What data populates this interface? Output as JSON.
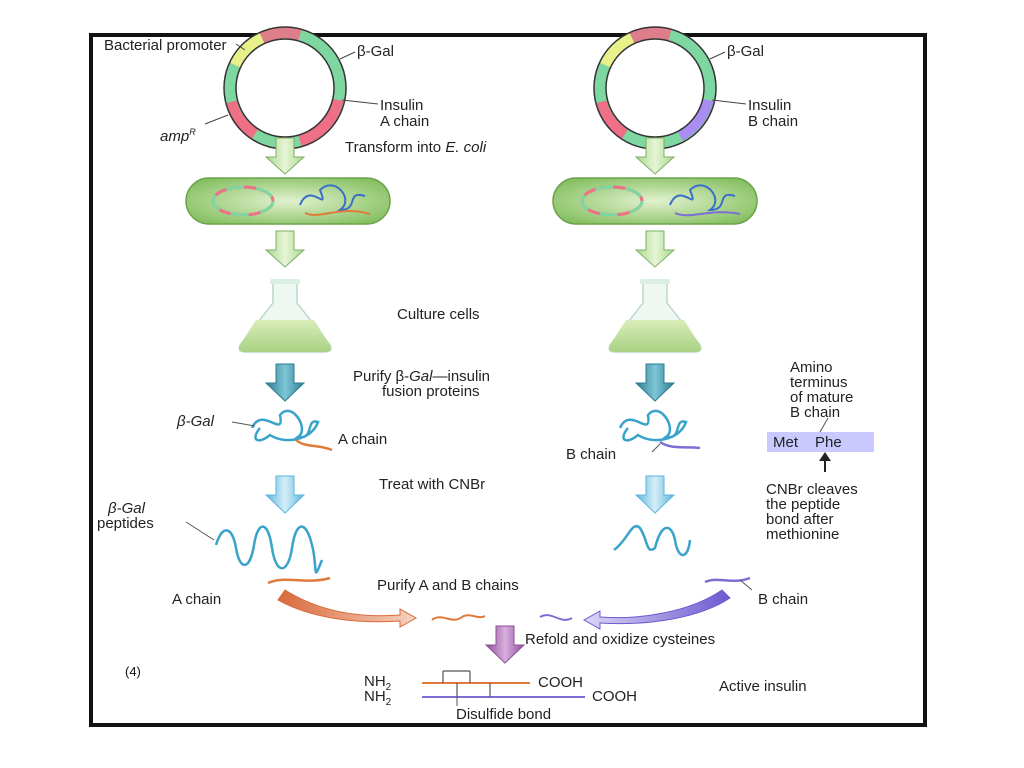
{
  "figure_number": "(4)",
  "labels": {
    "bacterial_promoter": "Bacterial promoter",
    "beta_gal": "β-Gal",
    "insulin_a": "Insulin\nA chain",
    "insulin_b": "Insulin\nB chain",
    "amp_r": "amp",
    "amp_r_sup": "R",
    "transform": "Transform into",
    "e_coli": "E. coli",
    "culture": "Culture cells",
    "purify_line1_pre": "Purify β-",
    "purify_line1_gal": "Gal",
    "purify_line1_post": "—insulin",
    "purify_line2": "fusion proteins",
    "a_chain": "A chain",
    "b_chain": "B chain",
    "treat": "Treat with CNBr",
    "amino_terminus": "Amino\nterminus\nof mature\nB chain",
    "met": "Met",
    "phe": "Phe",
    "cnbr_cleaves": "CNBr cleaves\nthe peptide\nbond after\nmethionine",
    "beta_gal_peptides_1": "β-Gal",
    "beta_gal_peptides_2": "peptides",
    "purify_ab": "Purify A and B chains",
    "refold": "Refold and oxidize cysteines",
    "nh2": "NH",
    "nh2_sub": "2",
    "cooh": "COOH",
    "disulfide": "Disulfide bond",
    "active_insulin": "Active insulin"
  },
  "colors": {
    "plasmid_green": "#7ed6a0",
    "plasmid_pink": "#ef6f86",
    "plasmid_yellow": "#e8f08a",
    "plasmid_purple": "#a98df0",
    "cell_green": "#a8d588",
    "arrow_green": "#c9e7b0",
    "arrow_teal": "#3b9ab0",
    "arrow_blue": "#8ed0ea",
    "chain_blue": "#3aa3c9",
    "chain_orange": "#e07a3a",
    "chain_purple": "#7b6fd6",
    "down_arrow_purple": "#a064a8"
  }
}
